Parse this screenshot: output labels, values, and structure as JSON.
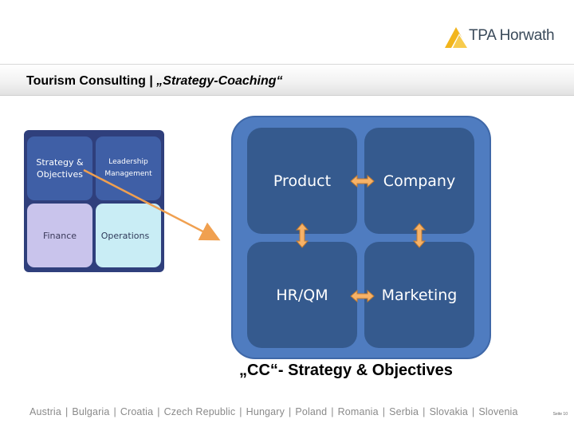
{
  "logo": {
    "text": "TPA Horwath"
  },
  "header": {
    "title_main": "Tourism Consulting | ",
    "title_emphasis": "„Strategy-Coaching“"
  },
  "small_matrix": {
    "cells": [
      {
        "line1": "Strategy &",
        "line2": "Objectives"
      },
      {
        "line1": "Leadership",
        "line2": "Management"
      },
      {
        "label": "Finance"
      },
      {
        "label": "Operations"
      }
    ]
  },
  "big_matrix": {
    "cells": [
      "Product",
      "Company",
      "HR/QM",
      "Marketing"
    ]
  },
  "caption": "„CC“- Strategy & Objectives",
  "footer": {
    "countries": [
      "Austria",
      "Bulgaria",
      "Croatia",
      "Czech Republic",
      "Hungary",
      "Poland",
      "Romania",
      "Serbia",
      "Slovakia",
      "Slovenia"
    ],
    "separator": "|",
    "slide_number": "Seite 10"
  },
  "colors": {
    "small_matrix_bg": "#2f3f7c",
    "small_cell_blue": "#3f5fa6",
    "small_cell_lavender": "#c9c4ec",
    "small_cell_cyan": "#c9edf5",
    "big_matrix_bg": "#4f7cc0",
    "big_cell": "#355a8e",
    "arrow_orange": "#f0a050",
    "logo_gold": "#f2b51c"
  }
}
